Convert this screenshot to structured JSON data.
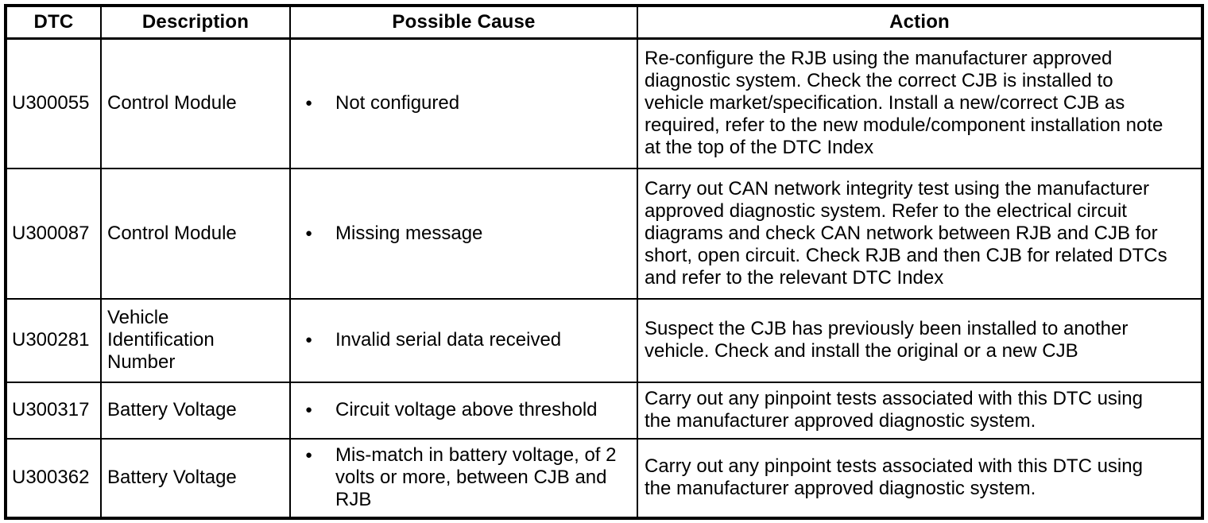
{
  "colors": {
    "background": "#ffffff",
    "border": "#000000",
    "text": "#000000"
  },
  "icons": {
    "bullet": "●"
  },
  "table": {
    "columns": [
      "DTC",
      "Description",
      "Possible Cause",
      "Action"
    ],
    "rows": [
      {
        "dtc": "U300055",
        "description": "Control Module",
        "causes": [
          "Not configured"
        ],
        "action": "Re-configure the RJB using the manufacturer approved\ndiagnostic system. Check the correct CJB is installed to\nvehicle market/specification. Install a new/correct CJB as\nrequired, refer to the new module/component installation note\nat the top of the DTC Index"
      },
      {
        "dtc": "U300087",
        "description": "Control Module",
        "causes": [
          "Missing message"
        ],
        "action": "Carry out CAN network integrity test using the manufacturer\napproved diagnostic system. Refer to the electrical circuit\ndiagrams and check CAN network between RJB and CJB for\nshort, open circuit. Check RJB and then CJB for related DTCs\nand refer to the relevant DTC Index"
      },
      {
        "dtc": "U300281",
        "description": "Vehicle\nIdentification\nNumber",
        "causes": [
          "Invalid serial data received"
        ],
        "action": "Suspect the CJB has previously been installed to another\nvehicle. Check and install the original or a new CJB"
      },
      {
        "dtc": "U300317",
        "description": "Battery Voltage",
        "causes": [
          "Circuit voltage above threshold"
        ],
        "action": "Carry out any pinpoint tests associated with this DTC using\nthe manufacturer approved diagnostic system."
      },
      {
        "dtc": "U300362",
        "description": "Battery Voltage",
        "causes": [
          "Mis-match in battery voltage, of 2\nvolts or more, between CJB and\nRJB"
        ],
        "action": "Carry out any pinpoint tests associated with this DTC using\nthe manufacturer approved diagnostic system."
      }
    ]
  }
}
